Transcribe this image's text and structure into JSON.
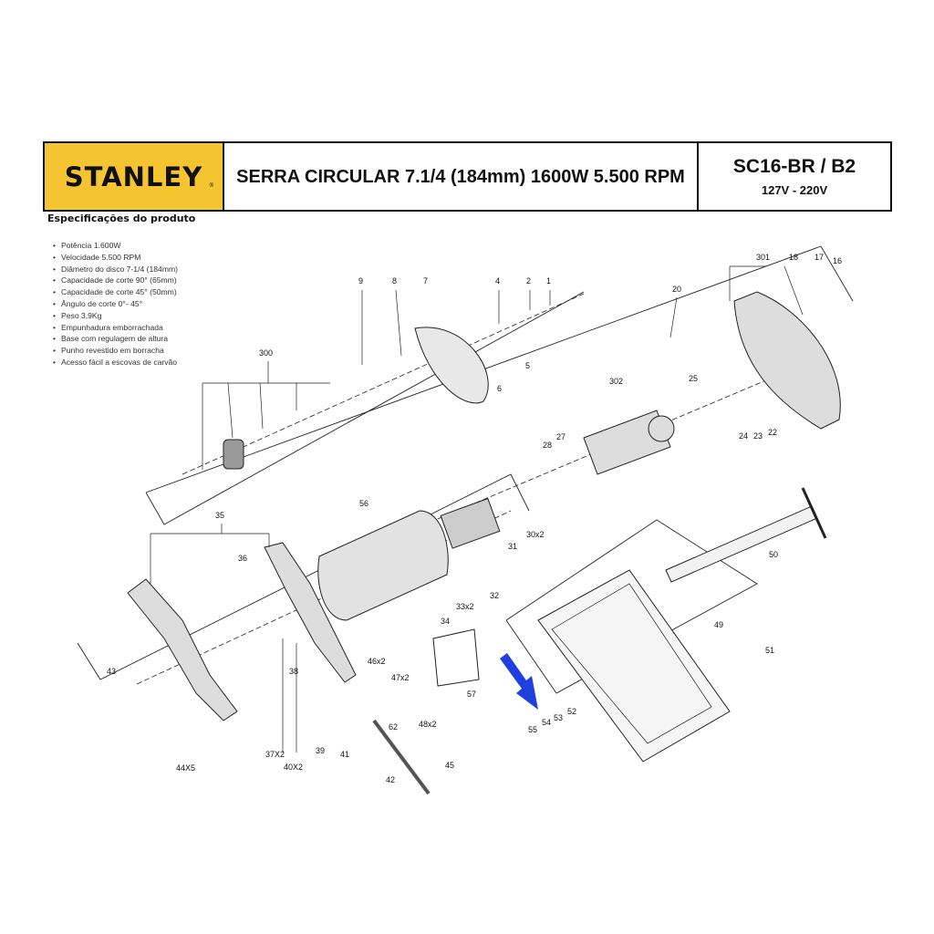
{
  "header": {
    "brand": "STANLEY",
    "title": "SERRA CIRCULAR 7.1/4 (184mm) 1600W 5.500 RPM",
    "model": "SC16-BR / B2",
    "voltage": "127V - 220V"
  },
  "specs": {
    "heading": "Especificações do produto",
    "items": [
      "Potência 1.600W",
      "Velocidade 5.500 RPM",
      "Diâmetro do disco 7-1/4 (184mm)",
      "Capacidade de corte 90° (65mm)",
      "Capacidade de corte 45° (50mm)",
      "Ângulo de corte 0°- 45°",
      "Peso 3,9Kg",
      "Empunhadura emborrachada",
      "Base com regulagem de altura",
      "Punho revestido em borracha",
      "Acesso fácil a escovas de carvão"
    ]
  },
  "part_labels": [
    "9",
    "8",
    "7",
    "4",
    "2",
    "1",
    "20",
    "301",
    "18",
    "17",
    "16",
    "300",
    "5",
    "6",
    "302",
    "25",
    "24",
    "23",
    "22",
    "28",
    "27",
    "35",
    "56",
    "30x2",
    "31",
    "36",
    "50",
    "32",
    "33x2",
    "34",
    "49",
    "43",
    "46x2",
    "38",
    "47x2",
    "51",
    "57",
    "62",
    "48x2",
    "52",
    "53",
    "54",
    "55",
    "37X2",
    "39",
    "41",
    "40X2",
    "45",
    "44X5",
    "42"
  ],
  "colors": {
    "brand_yellow": "#f4c431",
    "arrow": "#1f3fe0"
  }
}
